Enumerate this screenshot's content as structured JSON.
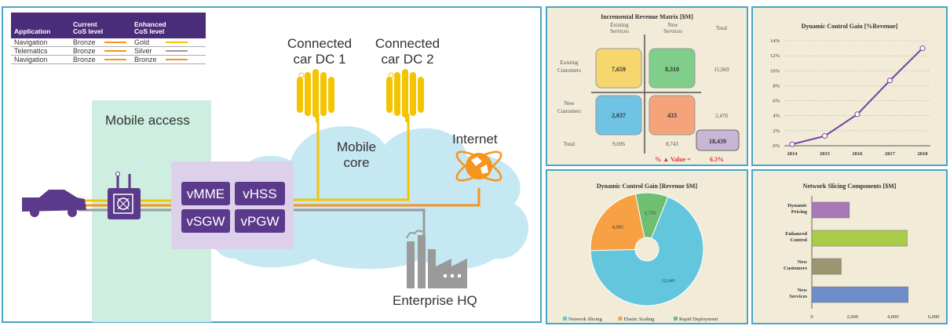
{
  "table": {
    "headers": [
      "Application",
      "Current\nCoS level",
      "Enhanced\nCoS level"
    ],
    "rows": [
      {
        "app": "Navigation",
        "current": "Bronze",
        "enhanced": "Gold",
        "current_color": "#f7941d",
        "enhanced_color": "#f5c400"
      },
      {
        "app": "Telematics",
        "current": "Bronze",
        "enhanced": "Silver",
        "current_color": "#f7941d",
        "enhanced_color": "#9a9a9a"
      },
      {
        "app": "Navigation",
        "current": "Bronze",
        "enhanced": "Bronze",
        "current_color": "#f7941d",
        "enhanced_color": "#f7941d"
      }
    ]
  },
  "diagram": {
    "mobile_access": "Mobile access",
    "dc1": [
      "Connected",
      "car DC 1"
    ],
    "dc2": [
      "Connected",
      "car DC 2"
    ],
    "mobile_core": [
      "Mobile",
      "core"
    ],
    "internet": "Internet",
    "enterprise": "Enterprise HQ",
    "vnfs": [
      "vMME",
      "vHSS",
      "vSGW",
      "vPGW"
    ],
    "colors": {
      "purple": "#5b3a8c",
      "teal_zone": "#cdeee0",
      "cloud": "#c5e8f2",
      "yellow": "#f5c400",
      "orange": "#f7941d",
      "gray": "#9a9a9a",
      "frame": "#49a6c8"
    }
  },
  "matrix": {
    "title": "Incremental Revenue Matrix [$M]",
    "col_headers": [
      "Existing\nServices",
      "New\nServices",
      "Total"
    ],
    "row_headers": [
      "Existing\nCustomers",
      "New\nCustomers",
      "Total"
    ],
    "cells": [
      [
        "7,659",
        "8,310",
        "15,969"
      ],
      [
        "2,037",
        "433",
        "2,470"
      ],
      [
        "9,696",
        "8,743",
        "18,439"
      ]
    ],
    "footer_label": "% ▲ Value =",
    "footer_value": "6.3%"
  },
  "chart_data": [
    {
      "type": "line",
      "title": "Dynamic Control Gain [%Revenue]",
      "x": [
        "2014",
        "2015",
        "2016",
        "2017",
        "2018"
      ],
      "series": [
        {
          "values": [
            0.2,
            1.3,
            4.2,
            8.7,
            13.0
          ]
        }
      ],
      "ylim": [
        0,
        14
      ],
      "yticks": [
        "0%",
        "2%",
        "4%",
        "6%",
        "8%",
        "10%",
        "12%",
        "14%"
      ],
      "grid": true
    },
    {
      "type": "pie",
      "title": "Dynamic Control Gain [Revenue $M]",
      "labels": [
        "Network Slicing",
        "Elastic Scaling",
        "Rapid Deployment"
      ],
      "values": [
        12641,
        4082,
        1716
      ],
      "value_labels": [
        "12,641",
        "4,082",
        "1,716"
      ],
      "colors": [
        "#63c6dc",
        "#f7a044",
        "#6fbf73"
      ],
      "legend": "bottom"
    },
    {
      "type": "bar",
      "orientation": "horizontal",
      "title": "Network Slicing Components [$M]",
      "categories": [
        "Dynamic\nPricing",
        "Enhanced\nControl",
        "New\nCustomers",
        "New\nServices"
      ],
      "values": [
        1850,
        4700,
        1450,
        4750
      ],
      "colors": [
        "#a878b8",
        "#aacc4a",
        "#9a9670",
        "#6d8ec8"
      ],
      "xlim": [
        0,
        6000
      ],
      "xticks": [
        "0",
        "2,000",
        "4,000",
        "6,000"
      ]
    }
  ]
}
